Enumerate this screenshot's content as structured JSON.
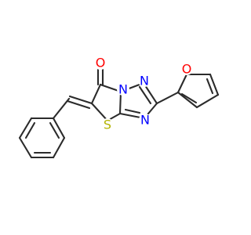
{
  "molecule": {
    "atoms": [
      {
        "id": "O_carbonyl",
        "symbol": "O"
      },
      {
        "id": "N_bridge",
        "symbol": "N"
      },
      {
        "id": "N_triazole",
        "symbol": "N"
      },
      {
        "id": "N_lower",
        "symbol": "N"
      },
      {
        "id": "S_ring",
        "symbol": "S"
      },
      {
        "id": "O_furan",
        "symbol": "O"
      }
    ],
    "colors": {
      "bond": "#2b2b2b",
      "oxygen": "#ff0000",
      "nitrogen": "#0000ff",
      "sulfur": "#b3b300"
    }
  }
}
